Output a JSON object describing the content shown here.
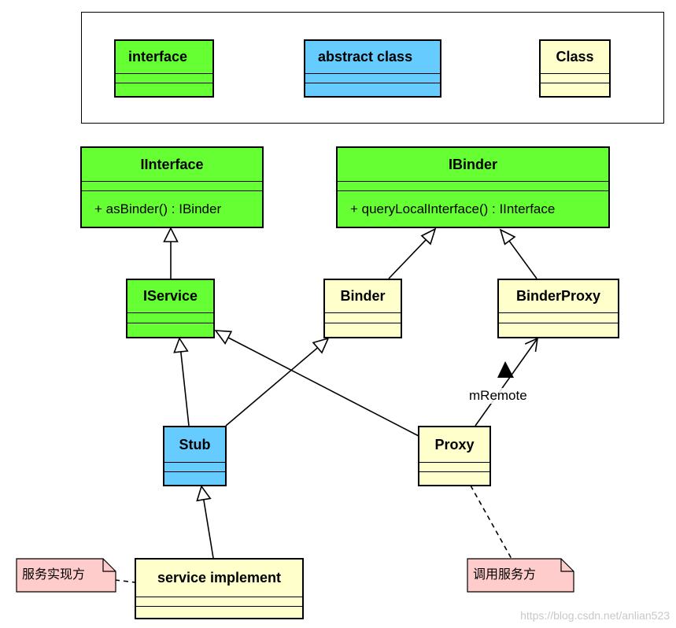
{
  "legend": {
    "interface": "interface",
    "abstract_class": "abstract class",
    "class": "Class"
  },
  "classes": {
    "iinterface": {
      "name": "IInterface",
      "method": "+ asBinder() : IBinder"
    },
    "ibinder": {
      "name": "IBinder",
      "method": "+ queryLocalInterface() : IInterface"
    },
    "iservice": {
      "name": "IService"
    },
    "binder": {
      "name": "Binder"
    },
    "binderproxy": {
      "name": "BinderProxy"
    },
    "stub": {
      "name": "Stub"
    },
    "proxy": {
      "name": "Proxy"
    },
    "service_implement": {
      "name": "service implement"
    }
  },
  "association": {
    "label": "mRemote"
  },
  "notes": {
    "service_provider": "服务实现方",
    "service_caller": "调用服务方"
  },
  "watermark": "https://blog.csdn.net/anlian523",
  "colors": {
    "interface": "#66ff33",
    "abstract_class": "#66ccff",
    "class": "#ffffcc",
    "note": "#ffcccc"
  }
}
